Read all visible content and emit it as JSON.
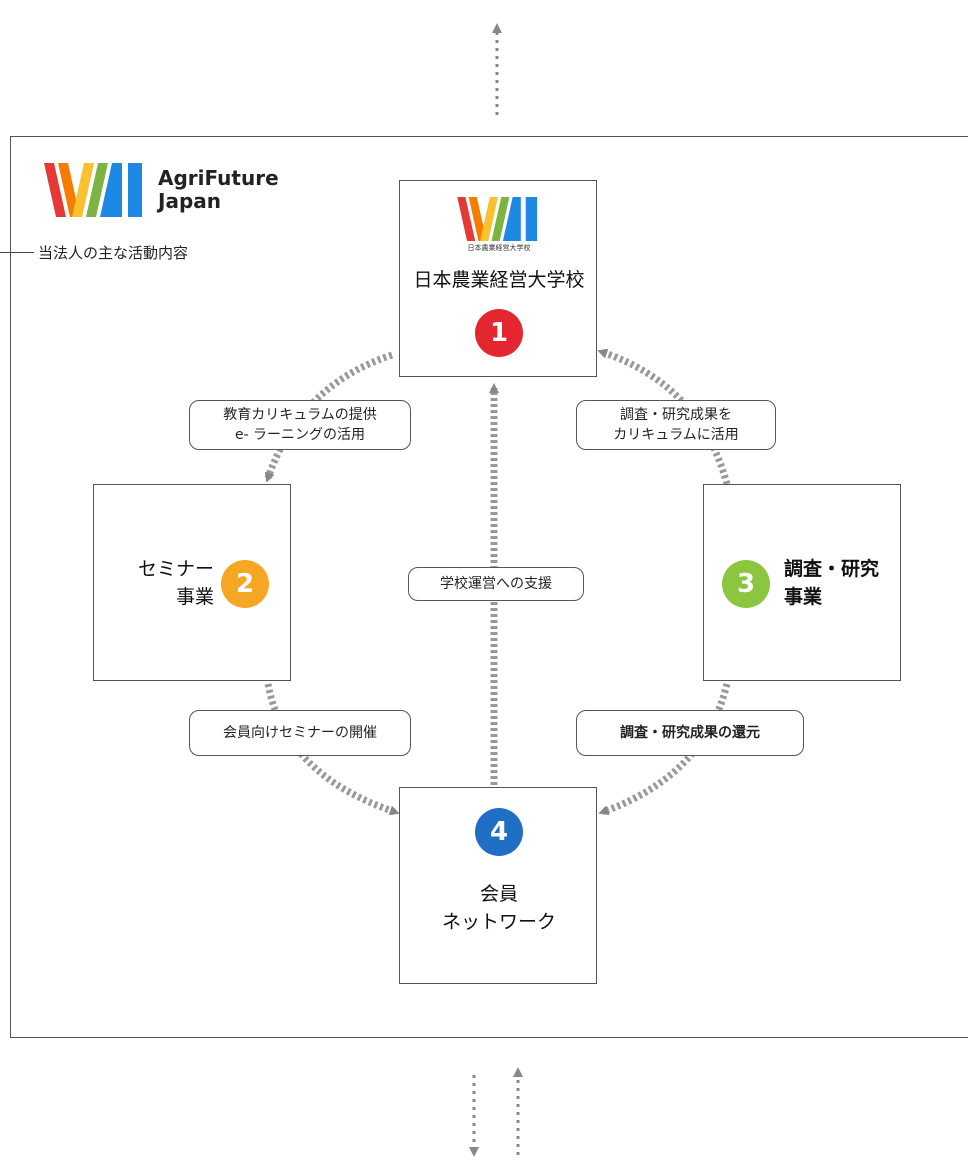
{
  "brand": {
    "name_line1": "AgriFuture",
    "name_line2": "Japan",
    "logo_colors": [
      "#e53935",
      "#f57c00",
      "#fbc02d",
      "#7cb342",
      "#1e88e5"
    ]
  },
  "subtitle": "当法人の主な活動内容",
  "nodes": {
    "school": {
      "number": "1",
      "title": "日本農業経営大学校",
      "logo_caption": "日本農業経営大学校",
      "color": "#e3262f"
    },
    "seminar": {
      "number": "2",
      "title_line1": "セミナー",
      "title_line2": "事業",
      "color": "#f5a623"
    },
    "research": {
      "number": "3",
      "title_line1": "調査・研究",
      "title_line2": "事業",
      "color": "#8cc63f"
    },
    "members": {
      "number": "4",
      "title_line1": "会員",
      "title_line2": "ネットワーク",
      "color": "#1f6fc5"
    }
  },
  "labels": {
    "curriculum_line1": "教育カリキュラムの提供",
    "curriculum_line2": "e- ラーニングの活用",
    "research_to_school_line1": "調査・研究成果を",
    "research_to_school_line2": "カリキュラムに活用",
    "school_support": "学校運営への支援",
    "member_seminar": "会員向けセミナーの開催",
    "research_return": "調査・研究成果の還元"
  },
  "arrow_color": "#888888"
}
